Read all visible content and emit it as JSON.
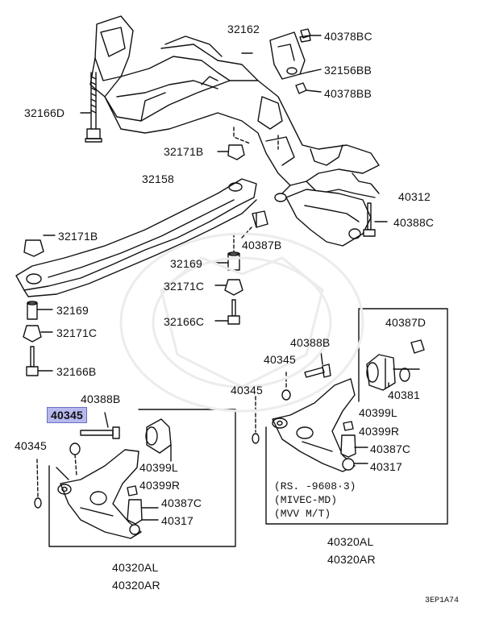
{
  "labels": {
    "p40378BC": "40378BC",
    "p32162": "32162",
    "p32156BB": "32156BB",
    "p40378BB": "40378BB",
    "p32166D": "32166D",
    "p32171B_top": "32171B",
    "p32158": "32158",
    "p40312": "40312",
    "p40388C": "40388C",
    "p32171B_left": "32171B",
    "p40387B": "40387B",
    "p32169_mid": "32169",
    "p32171C_mid": "32171C",
    "p32169_left": "32169",
    "p32166C": "32166C",
    "p32171C_left": "32171C",
    "p32166B": "32166B",
    "p40388B_right": "40388B",
    "p40387D": "40387D",
    "p40345_rmid": "40345",
    "p40345_rleft": "40345",
    "p40381": "40381",
    "p40399L_right": "40399L",
    "p40399R_right": "40399R",
    "p40387C_right": "40387C",
    "p40317_right": "40317",
    "p40388B_left": "40388B",
    "p40345_hl": "40345",
    "p40345_left": "40345",
    "p40399L_left": "40399L",
    "p40399R_left": "40399R",
    "p40387C_left": "40387C",
    "p40317_left": "40317",
    "p40320AL_right": "40320AL",
    "p40320AR_right": "40320AR",
    "p40320AL_left": "40320AL",
    "p40320AR_left": "40320AR"
  },
  "note": {
    "line1": "(RS.  -9608·3)",
    "line2": "(MIVEC-MD)",
    "line3": "(MVV M/T)"
  },
  "diagram_code": "3EP1A74",
  "colors": {
    "ink": "#111111",
    "highlight": "#b6b8ee",
    "highlight_border": "#6a6fc4"
  }
}
